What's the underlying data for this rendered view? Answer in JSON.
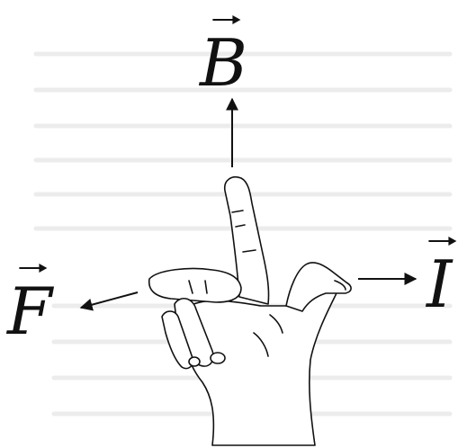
{
  "labels": {
    "b": "B",
    "f": "F",
    "i": "I"
  },
  "colors": {
    "ink": "#111111",
    "background": "#ffffff"
  }
}
